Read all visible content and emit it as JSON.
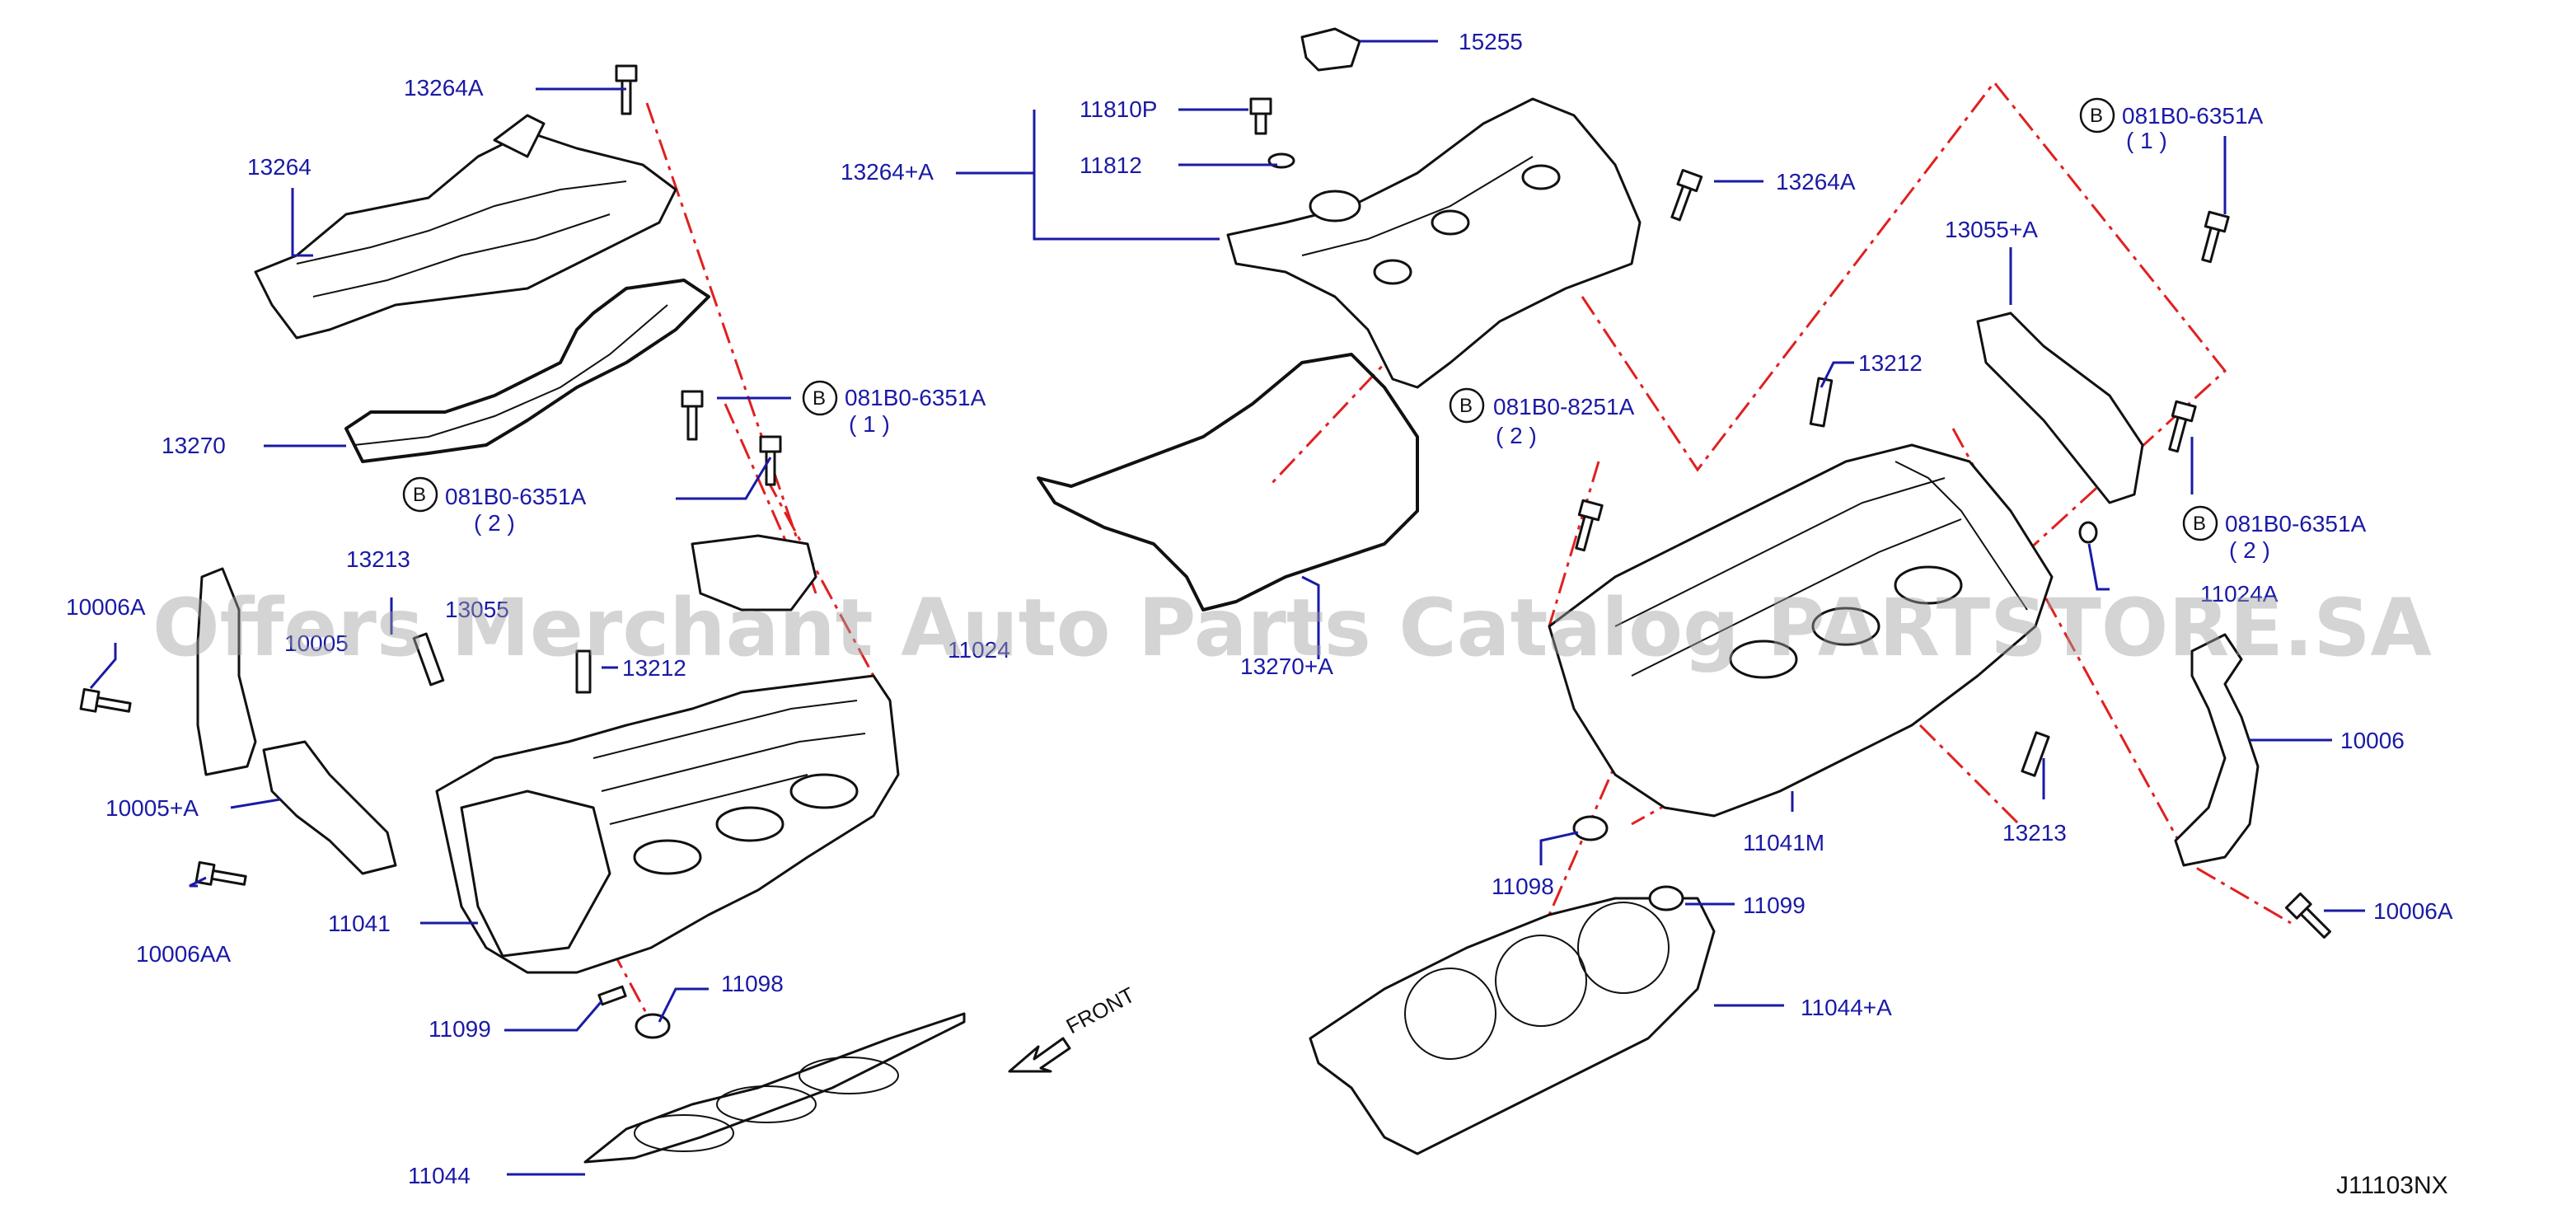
{
  "labels": {
    "p15255": "15255",
    "p11810P": "11810P",
    "p11812": "11812",
    "p13264A_top": "13264A",
    "p13264A_mid": "13264A",
    "p13264": "13264",
    "p13270": "13270",
    "p13264plusA": "13264+A",
    "p13270plusA": "13270+A",
    "p13213_left": "13213",
    "p13213_right": "13213",
    "p13212_left": "13212",
    "p13212_right": "13212",
    "p10006A_left": "10006A",
    "p10006A_right": "10006A",
    "p10006AA": "10006AA",
    "p10005plusA": "10005+A",
    "p10006": "10006",
    "p11041": "11041",
    "p11041M": "11041M",
    "p11098_left": "11098",
    "p11098_right": "11098",
    "p11099_left": "11099",
    "p11099_right": "11099",
    "p11044": "11044",
    "p11044plusA": "11044+A",
    "p13055plusA": "13055+A",
    "bolt_a": "081B0-6351A",
    "bolt_a_qty": "( 1 )",
    "bolt_b": "081B0-6351A",
    "bolt_b_qty": "( 2 )",
    "bolt_c": "081B0-8251A",
    "bolt_c_qty": "( 2 )",
    "bolt_d": "081B0-6351A",
    "bolt_d_qty": "( 1 )",
    "bolt_e": "081B0-6351A",
    "bolt_e_qty": "( 2 )",
    "circle_letter": "B",
    "partial_13055": "13055",
    "partial_10005": "10005",
    "partial_11024": "11024",
    "partial_11024A": "11024A",
    "front": "FRONT"
  },
  "watermark": "Offers Merchant Auto Parts Catalog PARTSTORE.SA",
  "diagram_code": "J11103NX",
  "colors": {
    "label": "#1a1aa6",
    "leader": "#1a1aa6",
    "guide": "#e02020",
    "part": "#111111"
  }
}
